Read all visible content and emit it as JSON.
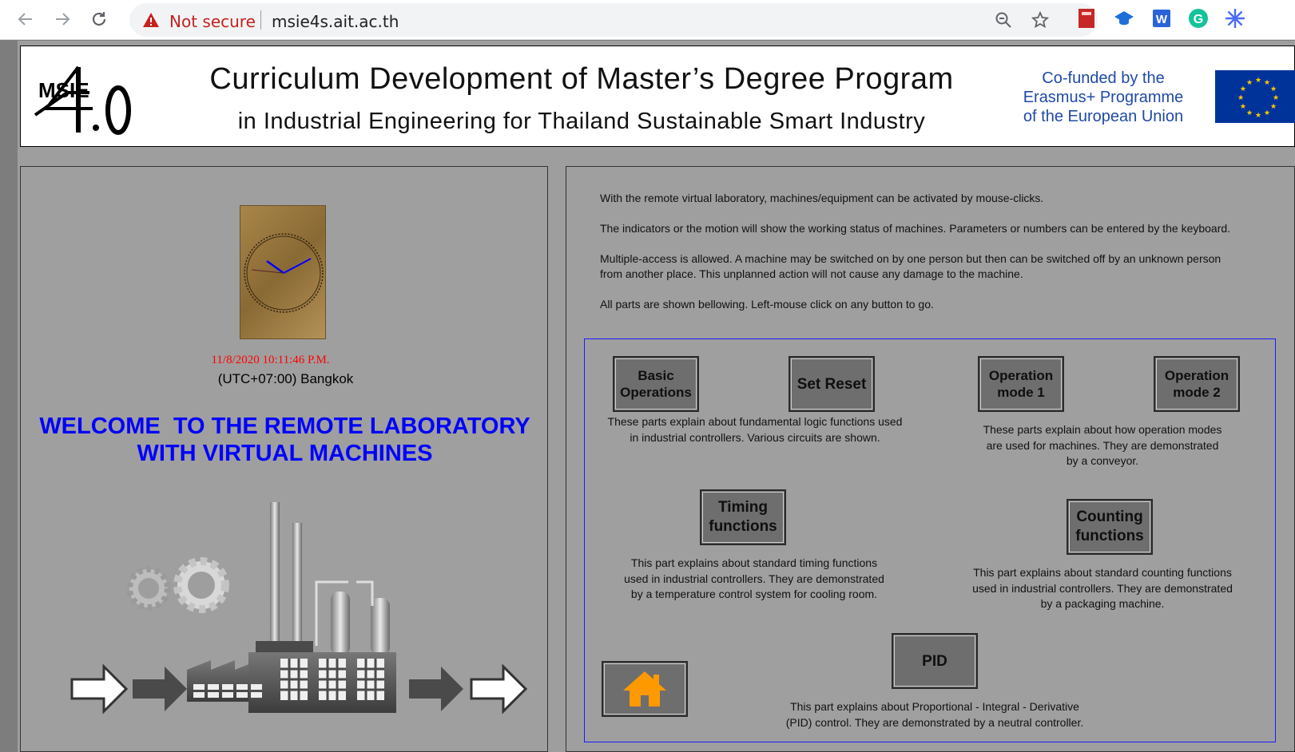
{
  "browser": {
    "security_label": "Not secure",
    "url": "msie4s.ait.ac.th"
  },
  "banner": {
    "logo_text": "MSIE",
    "logo_version": "4.0",
    "title": "Curriculum Development of Master’s Degree Program",
    "subtitle": "in Industrial Engineering for Thailand Sustainable Smart Industry",
    "cofund_lines": [
      "Co-funded by the",
      "Erasmus+ Programme",
      "of the European Union"
    ]
  },
  "left": {
    "datetime": "11/8/2020 10:11:46 P.M.",
    "timezone": "(UTC+07:00) Bangkok",
    "welcome_line1": "WELCOME  TO THE REMOTE LABORATORY",
    "welcome_line2": "WITH VIRTUAL MACHINES"
  },
  "intro": {
    "p1": "With the remote virtual laboratory, machines/equipment can be activated by mouse-clicks.",
    "p2": "The indicators or the motion will show the working status of machines. Parameters or numbers can be entered by the keyboard.",
    "p3a": "Multiple-access is allowed. A machine may be switched on by one person but then can be switched off by an unknown person",
    "p3b": "from another place. This unplanned action will not cause any damage to the machine.",
    "p4": "All parts are shown bellowing. Left-mouse click on any button to go."
  },
  "buttons": {
    "basic_1": "Basic",
    "basic_2": "Operations",
    "set_reset": "Set Reset",
    "op1_1": "Operation",
    "op1_2": "mode 1",
    "op2_1": "Operation",
    "op2_2": "mode 2",
    "timing_1": "Timing",
    "timing_2": "functions",
    "counting_1": "Counting",
    "counting_2": "functions",
    "pid": "PID"
  },
  "descriptions": {
    "basic_1": "These parts explain about fundamental logic functions used",
    "basic_2": "in industrial controllers. Various circuits are shown.",
    "op_1": "These parts explain about how operation modes",
    "op_2": "are used for machines. They are demonstrated",
    "op_3": "by a conveyor.",
    "timing_1": "This part explains about standard timing functions",
    "timing_2": "used in industrial controllers. They are demonstrated",
    "timing_3": "by a temperature control system for cooling room.",
    "counting_1": "This part explains about standard counting functions",
    "counting_2": "used in industrial controllers. They are demonstrated",
    "counting_3": "by a packaging machine.",
    "pid_1": "This part explains about Proportional - Integral - Derivative",
    "pid_2": "(PID) control. They are demonstrated by a neutral controller."
  },
  "colors": {
    "welcome": "#0000ff",
    "datetime": "#ff0000",
    "cofund": "#1f4aa8",
    "home_icon": "#ff9900",
    "frame_border": "#1a1aff"
  }
}
